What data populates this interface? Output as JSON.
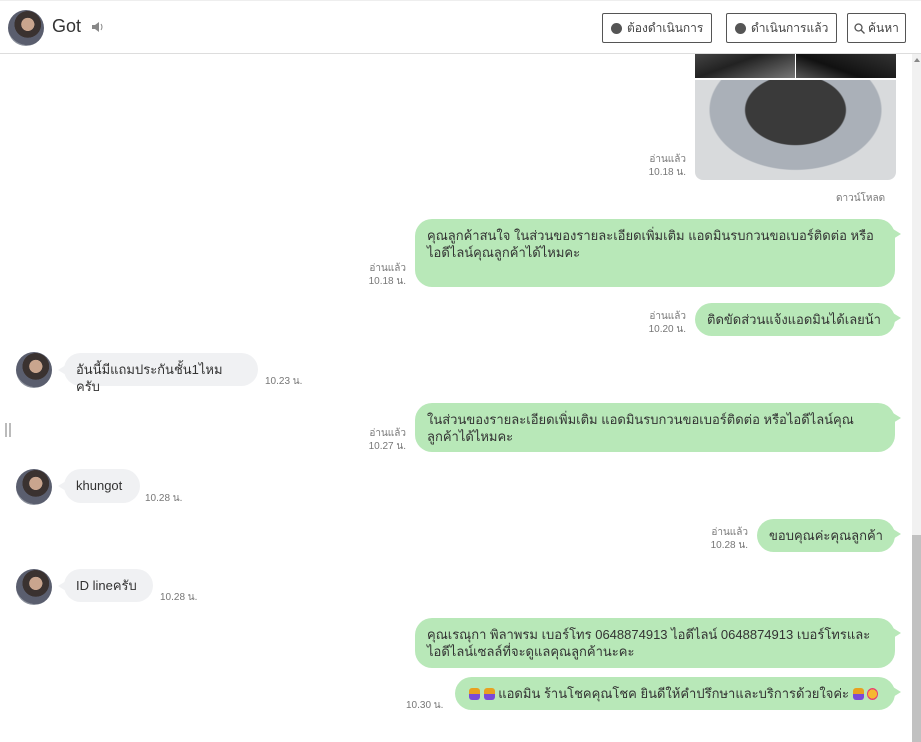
{
  "header": {
    "contact_name": "Got",
    "btn_pending": "ต้องดำเนินการ",
    "btn_done": "ดำเนินการแล้ว",
    "btn_search": "ค้นหา"
  },
  "read_label": "อ่านแล้ว",
  "image_msg": {
    "time": "10.18 น.",
    "download": "ดาวน์โหลด"
  },
  "messages": [
    {
      "dir": "out",
      "text": "คุณลูกค้าสนใจ ในส่วนของรายละเอียดเพิ่มเติม แอดมินรบกวนขอเบอร์ติดต่อ หรือไอดีไลน์คุณลูกค้าได้ไหมคะ",
      "time": "10.18 น."
    },
    {
      "dir": "out",
      "text": "ติดขัดส่วนแจ้งแอดมินได้เลยน้า",
      "time": "10.20 น."
    },
    {
      "dir": "in",
      "text": "อันนี้มีแถมประกันชั้น1ไหมครับ",
      "time": "10.23 น."
    },
    {
      "dir": "out",
      "text": " ในส่วนของรายละเอียดเพิ่มเติม แอดมินรบกวนขอเบอร์ติดต่อ หรือไอดีไลน์คุณลูกค้าได้ไหมคะ",
      "time": "10.27 น."
    },
    {
      "dir": "in",
      "text": "khungot",
      "time": "10.28 น."
    },
    {
      "dir": "out",
      "text": "ขอบคุณค่ะคุณลูกค้า",
      "time": "10.28 น."
    },
    {
      "dir": "in",
      "text": "ID  lineครับ",
      "time": "10.28 น."
    },
    {
      "dir": "out",
      "text": "คุณเรณุกา พิลาพรม เบอร์โทร 0648874913 ไอดีไลน์ 0648874913     เบอร์โทรและไอดีไลน์เซลล์ที่จะดูแลคุณลูกค้านะคะ"
    },
    {
      "dir": "out",
      "text": "แอดมิน ร้านโชคคุณโชค ยินดีให้คำปรึกษาและบริการด้วยใจค่ะ",
      "time": "10.30 น."
    }
  ],
  "colors": {
    "outgoing": "#b8e8b8",
    "incoming": "#f0f1f3"
  }
}
